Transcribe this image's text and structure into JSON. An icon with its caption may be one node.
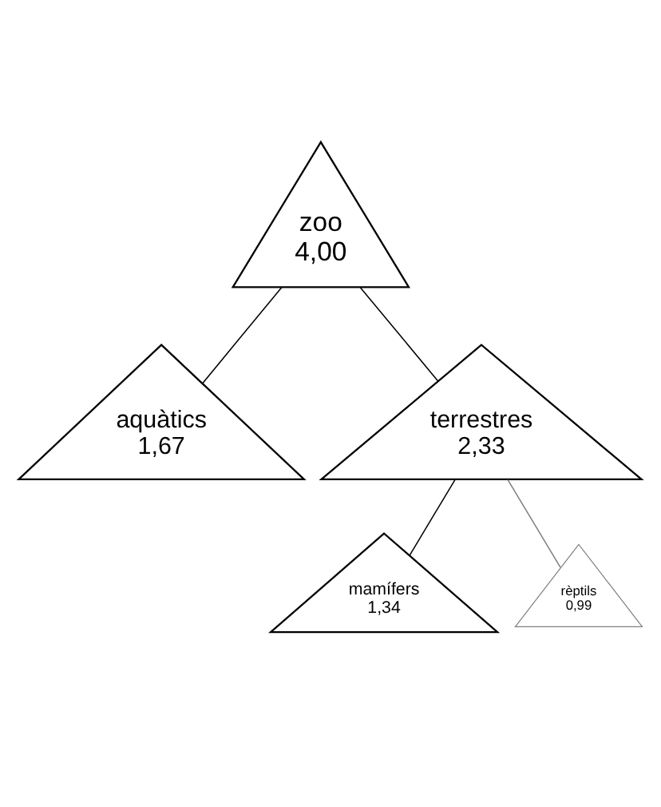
{
  "diagram": {
    "nodes": [
      {
        "text": [
          "zoo",
          "4,00"
        ]
      },
      {
        "text": [
          "aquàtics",
          "1,67"
        ]
      },
      {
        "text": [
          "terrestres",
          "2,33"
        ]
      },
      {
        "text": [
          "mamífers",
          "1,34"
        ]
      },
      {
        "text": [
          "rèptils",
          "0,99"
        ]
      }
    ],
    "edges": [
      {
        "from": 0,
        "to": 1,
        "arrow": "none"
      },
      {
        "from": 0,
        "to": 2,
        "arrow": "none"
      },
      {
        "from": 2,
        "to": 3,
        "arrow": "none"
      },
      {
        "from": 2,
        "to": 4,
        "arrow": "none",
        "color": "#808080"
      }
    ]
  }
}
